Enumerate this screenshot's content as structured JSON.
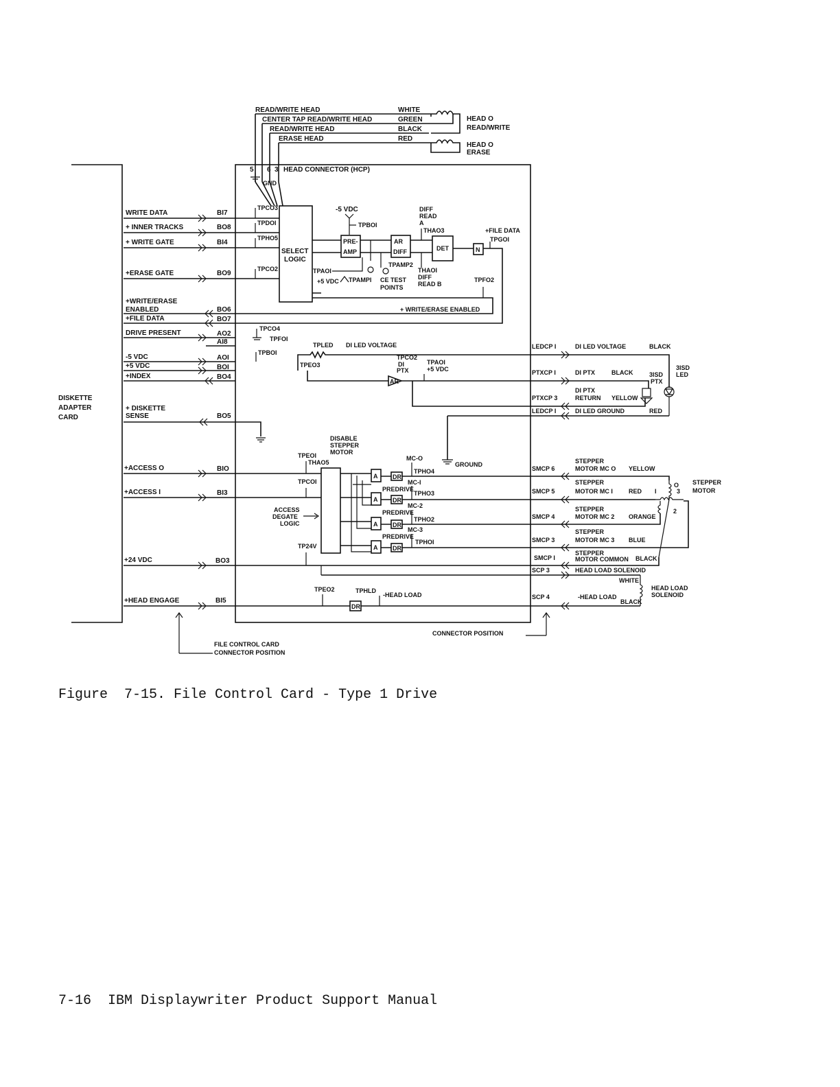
{
  "head_wires": [
    {
      "label": "READ/WRITE HEAD",
      "color": "WHITE"
    },
    {
      "label": "CENTER TAP READ/WRITE HEAD",
      "color": "GREEN"
    },
    {
      "label": "READ/WRITE HEAD",
      "color": "BLACK"
    },
    {
      "label": "ERASE HEAD",
      "color": "RED"
    }
  ],
  "heads": {
    "rw": [
      "HEAD O",
      "READ/WRITE"
    ],
    "erase": [
      "HEAD O",
      "ERASE"
    ]
  },
  "head_connector": {
    "label": "HEAD CONNECTOR (HCP)",
    "pins": [
      "5",
      "6",
      "3"
    ],
    "gnd": "GND"
  },
  "adapter_label": [
    "DISKETTE",
    "ADAPTER",
    "CARD"
  ],
  "left_signals": [
    {
      "name": [
        "WRITE DATA"
      ],
      "pin": "BI7"
    },
    {
      "name": [
        "+ INNER TRACKS"
      ],
      "pin": "BO8"
    },
    {
      "name": [
        "+ WRITE GATE"
      ],
      "pin": "BI4"
    },
    {
      "name": [
        "+ERASE GATE"
      ],
      "pin": "BO9"
    },
    {
      "name": [
        "+WRITE/ERASE",
        "ENABLED"
      ],
      "pin": "BO6"
    },
    {
      "name": [
        "+FILE DATA"
      ],
      "pin": "BO7"
    },
    {
      "name": [
        "DRIVE PRESENT"
      ],
      "pin": "AO2"
    },
    {
      "name": [],
      "pin": "AI8"
    },
    {
      "name": [
        "-5 VDC"
      ],
      "pin": "AOI"
    },
    {
      "name": [
        "+5 VDC"
      ],
      "pin": "BOI"
    },
    {
      "name": [
        "+INDEX"
      ],
      "pin": "BO4"
    },
    {
      "name": [
        "+ DISKETTE",
        "SENSE"
      ],
      "pin": "BO5"
    },
    {
      "name": [
        "+ACCESS O"
      ],
      "pin": "BIO"
    },
    {
      "name": [
        "+ACCESS I"
      ],
      "pin": "BI3"
    },
    {
      "name": [
        "+24 VDC"
      ],
      "pin": "BO3"
    },
    {
      "name": [
        "+HEAD ENGAGE"
      ],
      "pin": "BI5"
    }
  ],
  "blocks": {
    "select_logic": [
      "SELECT",
      "LOGIC"
    ],
    "preamp": [
      "PRE-",
      "AMP"
    ],
    "ar_diff": [
      "AR",
      "DIFF"
    ],
    "det": "DET",
    "n": "N",
    "access_degate": [
      "ACCESS",
      "DEGATE",
      "LOGIC"
    ],
    "a": "A",
    "dr": "DR",
    "ar": "AR"
  },
  "testpoints": {
    "tpc03": "TPCO3",
    "tpd01": "TPDOI",
    "tph05": "TPHO5",
    "tpc02": "TPCO2",
    "minus5": "-5 VDC",
    "tpb01_top": "TPBOI",
    "diff_read_a": [
      "DIFF",
      "READ",
      "A"
    ],
    "tha03": "THAO3",
    "file_data": "+FILE DATA",
    "tpg01": "TPGOI",
    "tpa01_left": "TPAOI",
    "plus5": "+5 VDC",
    "tpamp1": "TPAMPI",
    "tpamp2": "TPAMP2",
    "ce_test": [
      "CE TEST",
      "POINTS"
    ],
    "tha01": "THAOI",
    "diff_read_b": [
      "DIFF",
      "READ B"
    ],
    "tpf02": "TPFO2",
    "we_enabled": "+ WRITE/ERASE ENABLED",
    "tpc04": "TPCO4",
    "tpf01": "TPFOI",
    "tpb01": "TPBOI",
    "tpled": "TPLED",
    "di_led_voltage": "DI LED VOLTAGE",
    "tpe03": "TPEO3",
    "tpc02b": "TPCO2",
    "di_ptx": [
      "DI",
      "PTX"
    ],
    "tpa01b": "TPAOI",
    "plus5b": "+5 VDC",
    "disable_stepper": [
      "DISABLE",
      "STEPPER",
      "MOTOR"
    ],
    "tpe01": "TPEOI",
    "tha05": "THAO5",
    "tpc01": "TPCOI",
    "tp24v": "TP24V",
    "mc0": "MC-O",
    "mc1": "MC-I",
    "mc2": "MC-2",
    "mc3": "MC-3",
    "tph04": "TPHO4",
    "tph03": "TPHO3",
    "tph02": "TPHO2",
    "tph01": "TPHOI",
    "predrive": "PREDRIVE",
    "ground": "GROUND",
    "tpe02": "TPEO2",
    "tphld": "TPHLD",
    "head_load_sig": "-HEAD LOAD"
  },
  "right_connectors": [
    {
      "pin": "LEDCP I",
      "desc": [
        "DI LED VOLTAGE"
      ],
      "color": "BLACK"
    },
    {
      "pin": "PTXCP I",
      "desc": [
        "DI PTX"
      ],
      "color": "BLACK"
    },
    {
      "pin": "PTXCP 3",
      "desc": [
        "DI PTX",
        "RETURN"
      ],
      "color": "YELLOW"
    },
    {
      "pin": "LEDCP I",
      "desc": [
        "DI LED GROUND"
      ],
      "color": "RED"
    },
    {
      "pin": "SMCP 6",
      "desc": [
        "STEPPER",
        "MOTOR MC O"
      ],
      "color": "YELLOW"
    },
    {
      "pin": "SMCP 5",
      "desc": [
        "STEPPER",
        "MOTOR MC I"
      ],
      "color": "RED"
    },
    {
      "pin": "SMCP 4",
      "desc": [
        "STEPPER",
        "MOTOR MC 2"
      ],
      "color": "ORANGE"
    },
    {
      "pin": "SMCP 3",
      "desc": [
        "STEPPER",
        "MOTOR MC 3"
      ],
      "color": "BLUE"
    },
    {
      "pin": "SMCP I",
      "desc": [
        "STEPPER",
        "MOTOR COMMON"
      ],
      "color": "BLACK"
    },
    {
      "pin": "SCP 3",
      "desc": [
        "HEAD LOAD SOLENOID"
      ],
      "color": "WHITE"
    },
    {
      "pin": "SCP 4",
      "desc": [
        "-HEAD LOAD"
      ],
      "color": "BLACK"
    }
  ],
  "right_devices": {
    "led": [
      "3ISD",
      "LED"
    ],
    "ptx": [
      "3ISD",
      "PTX"
    ],
    "stepper": [
      "STEPPER",
      "MOTOR"
    ],
    "stepper_pins": [
      "O",
      "I",
      "3",
      "2"
    ],
    "solenoid": [
      "HEAD LOAD",
      "SOLENOID"
    ]
  },
  "bottom": {
    "connector_position": "CONNECTOR POSITION",
    "fcc_position": [
      "FILE CONTROL CARD",
      "CONNECTOR POSITION"
    ]
  },
  "caption": "Figure  7-15. File Control Card - Type 1 Drive",
  "footer": "7-16  IBM Displaywriter Product Support Manual"
}
